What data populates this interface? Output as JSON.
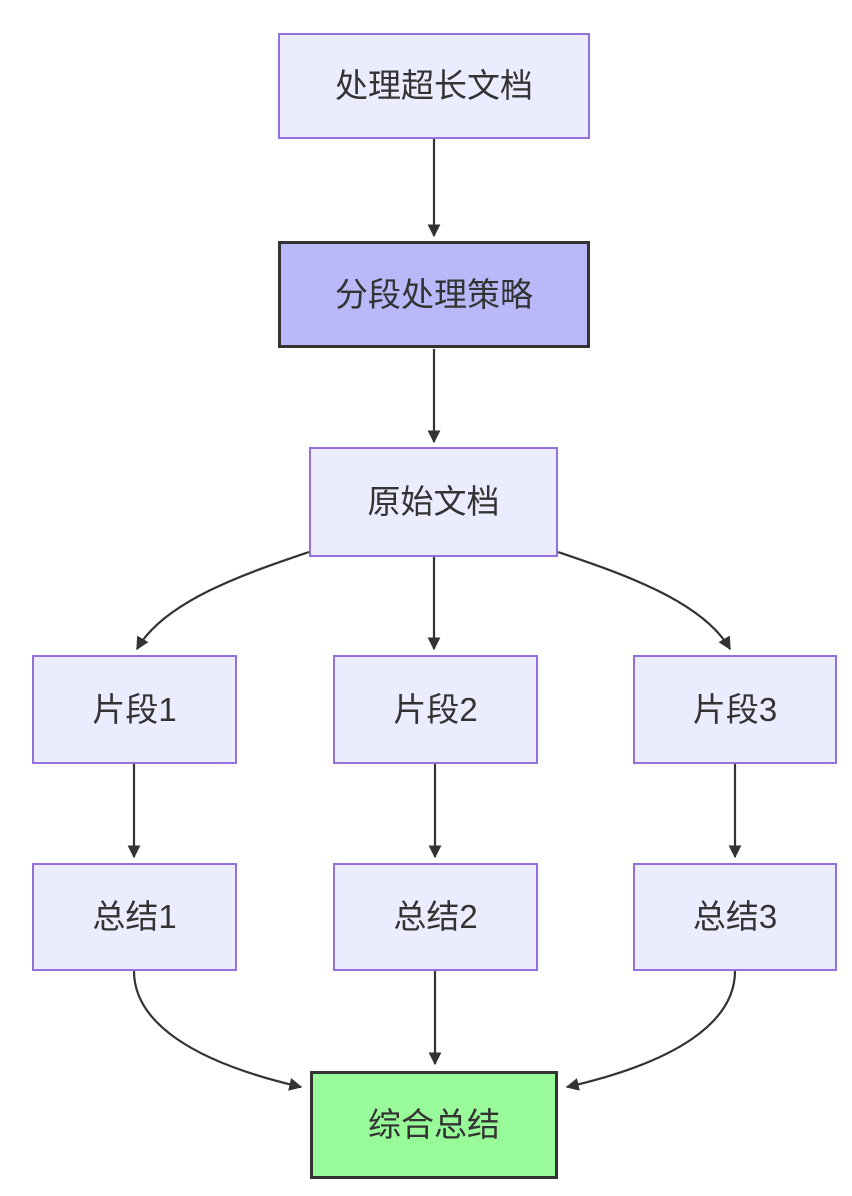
{
  "diagram": {
    "type": "flowchart",
    "direction": "top-down",
    "nodes": [
      {
        "id": "A",
        "label": "处理超长文档",
        "style": "default"
      },
      {
        "id": "B",
        "label": "分段处理策略",
        "style": "strategy"
      },
      {
        "id": "C",
        "label": "原始文档",
        "style": "default"
      },
      {
        "id": "D",
        "label": "片段1",
        "style": "default"
      },
      {
        "id": "E",
        "label": "片段2",
        "style": "default"
      },
      {
        "id": "F",
        "label": "片段3",
        "style": "default"
      },
      {
        "id": "G",
        "label": "总结1",
        "style": "default"
      },
      {
        "id": "H",
        "label": "总结2",
        "style": "default"
      },
      {
        "id": "I",
        "label": "总结3",
        "style": "default"
      },
      {
        "id": "J",
        "label": "综合总结",
        "style": "result"
      }
    ],
    "edges": [
      {
        "from": "处理超长文档",
        "to": "分段处理策略"
      },
      {
        "from": "分段处理策略",
        "to": "原始文档"
      },
      {
        "from": "原始文档",
        "to": "片段1"
      },
      {
        "from": "原始文档",
        "to": "片段2"
      },
      {
        "from": "原始文档",
        "to": "片段3"
      },
      {
        "from": "片段1",
        "to": "总结1"
      },
      {
        "from": "片段2",
        "to": "总结2"
      },
      {
        "from": "片段3",
        "to": "总结3"
      },
      {
        "from": "总结1",
        "to": "综合总结"
      },
      {
        "from": "总结2",
        "to": "综合总结"
      },
      {
        "from": "总结3",
        "to": "综合总结"
      }
    ],
    "colors": {
      "background": "#ffffff",
      "node_fill": "#ECECFF",
      "node_border": "#9370DB",
      "strategy_fill": "#B9B9FA",
      "result_fill": "#99FA99",
      "emphasis_border": "#333333",
      "edge": "#333333",
      "text": "#333333"
    }
  }
}
